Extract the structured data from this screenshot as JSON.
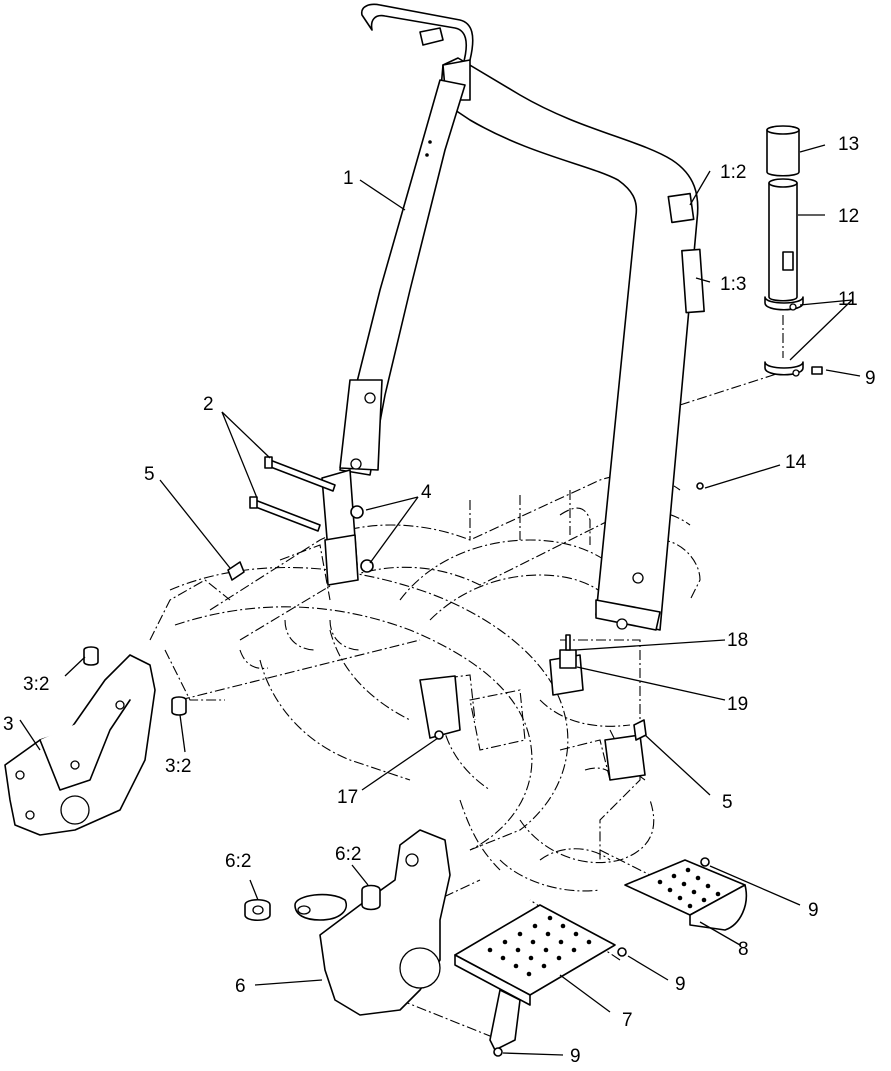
{
  "callouts": {
    "c1": "1",
    "c1_2": "1:2",
    "c1_3": "1:3",
    "c2": "2",
    "c3": "3",
    "c3_2a": "3:2",
    "c3_2b": "3:2",
    "c4": "4",
    "c5a": "5",
    "c5b": "5",
    "c6": "6",
    "c6_2a": "6:2",
    "c6_2b": "6:2",
    "c7": "7",
    "c8": "8",
    "c9a": "9",
    "c9b": "9",
    "c9c": "9",
    "c9d": "9",
    "c11": "11",
    "c12": "12",
    "c13": "13",
    "c14": "14",
    "c17": "17",
    "c18": "18",
    "c19": "19"
  }
}
